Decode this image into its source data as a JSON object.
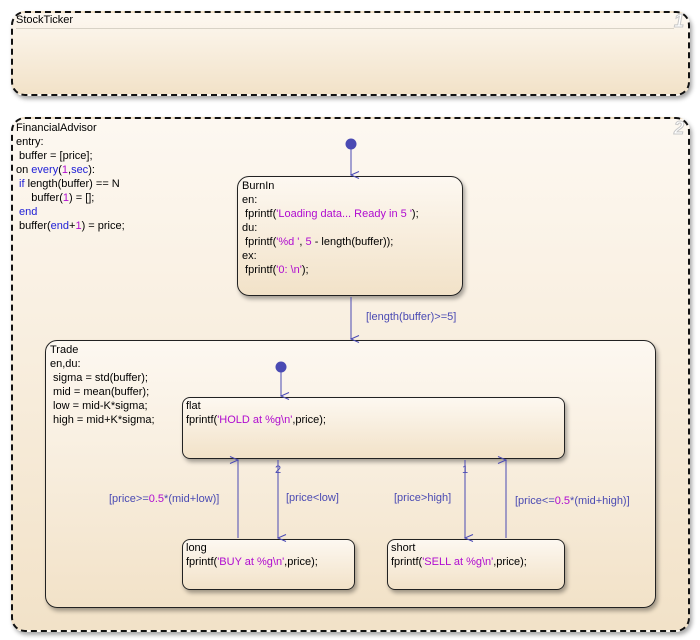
{
  "charts": {
    "stockticker": {
      "name": "StockTicker",
      "index": "1"
    },
    "financialadvisor": {
      "name": "FinancialAdvisor",
      "index": "2",
      "entry": "entry:",
      "line1": " buffer = [price];",
      "line2_pre": "on ",
      "line2_kw": "every",
      "line2_a": "(",
      "line2_num": "1",
      "line2_b": ",",
      "line2_kw2": "sec",
      "line2_c": "):",
      "line3_kw": " if",
      "line3_rest": " length(buffer) == N",
      "line4_a": "     buffer(",
      "line4_num": "1",
      "line4_b": ") = [];",
      "line5_kw": " end",
      "line6_a": " buffer(",
      "line6_kw": "end",
      "line6_b": "+",
      "line6_num": "1",
      "line6_c": ") = price;"
    }
  },
  "burnin": {
    "name": "BurnIn",
    "en": "en:",
    "l1_a": " fprintf(",
    "l1_str": "'Loading data... Ready in 5 '",
    "l1_b": ");",
    "du": "du:",
    "l2_a": " fprintf(",
    "l2_str": "'%d '",
    "l2_b": ", ",
    "l2_num": "5",
    "l2_c": " - length(buffer));",
    "ex": "ex:",
    "l3_a": " fprintf(",
    "l3_str": "'0: \\n'",
    "l3_b": ");"
  },
  "trade": {
    "name": "Trade",
    "action_label": "en,du:",
    "l1": " sigma = std(buffer);",
    "l2": " mid = mean(buffer);",
    "l3": " low = mid-K*sigma;",
    "l4": " high = mid+K*sigma;"
  },
  "flat": {
    "name": "flat",
    "a": "fprintf(",
    "str": "'HOLD at %g\\n'",
    "b": ",price);"
  },
  "long": {
    "name": "long",
    "a": "fprintf(",
    "str": "'BUY at %g\\n'",
    "b": ",price);"
  },
  "short": {
    "name": "short",
    "a": "fprintf(",
    "str": "'SELL at %g\\n'",
    "b": ",price);"
  },
  "transitions": {
    "burnin_to_trade": "[length(buffer)>=5]",
    "long_to_flat_a": "[price>=",
    "long_to_flat_num": "0.5",
    "long_to_flat_b": "*(mid+low)]",
    "flat_to_long": "[price<low]",
    "flat_to_short": "[price>high]",
    "short_to_flat_a": "[price<=",
    "short_to_flat_num": "0.5",
    "short_to_flat_b": "*(mid+high)]",
    "order_flat_long": "2",
    "order_flat_short": "1"
  },
  "colors": {
    "state_fill_top": "#fdf8f1",
    "state_fill_bottom": "#f2e2c8",
    "transition": "#4a4ab3",
    "keyword": "#1d1dd6",
    "literal": "#b00cd0"
  }
}
